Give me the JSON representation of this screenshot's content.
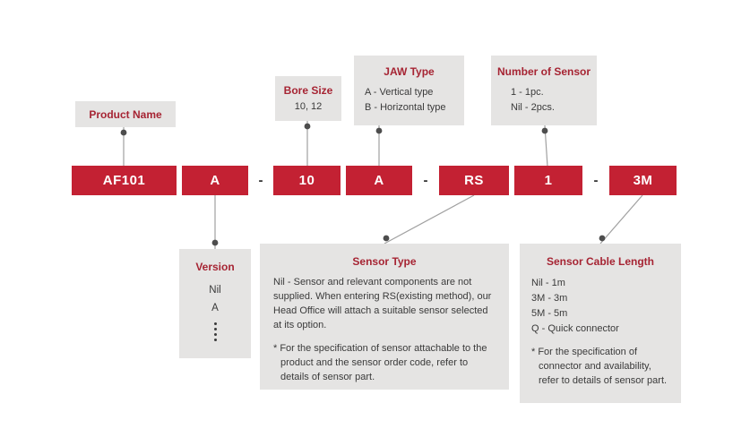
{
  "colors": {
    "code_box_red": "#c32133",
    "label_box_gray": "#e5e4e3",
    "label_title_red": "#a62433"
  },
  "top": {
    "product_name": {
      "title": "Product Name"
    },
    "bore_size": {
      "title": "Bore Size",
      "value": "10, 12"
    },
    "jaw_type": {
      "title": "JAW Type",
      "items": [
        "A - Vertical type",
        "B - Horizontal type"
      ]
    },
    "number_of_sensor": {
      "title": "Number of Sensor",
      "items": [
        "1 - 1pc.",
        "Nil - 2pcs."
      ]
    }
  },
  "code": {
    "segments": [
      {
        "id": "product",
        "label": "AF101"
      },
      {
        "id": "version",
        "label": "A"
      },
      {
        "id": "bore",
        "label": "10"
      },
      {
        "id": "jaw",
        "label": "A"
      },
      {
        "id": "sensor-type",
        "label": "RS"
      },
      {
        "id": "sensor-count",
        "label": "1"
      },
      {
        "id": "cable-length",
        "label": "3M"
      }
    ],
    "separator": "-"
  },
  "bottom": {
    "version": {
      "title": "Version",
      "items": [
        "Nil",
        "A"
      ]
    },
    "sensor_type": {
      "title": "Sensor Type",
      "body": "Nil - Sensor and relevant components are not supplied. When entering RS(existing method), our Head Office will attach a suitable sensor selected at its option.",
      "note": "* For the specification of sensor attachable to the product and the sensor order code, refer to details of sensor part."
    },
    "sensor_cable_length": {
      "title": "Sensor Cable Length",
      "items": [
        "Nil - 1m",
        "3M - 3m",
        "5M - 5m",
        "Q - Quick connector"
      ],
      "note": "* For the specification of connector and availability, refer to details of sensor part."
    }
  }
}
